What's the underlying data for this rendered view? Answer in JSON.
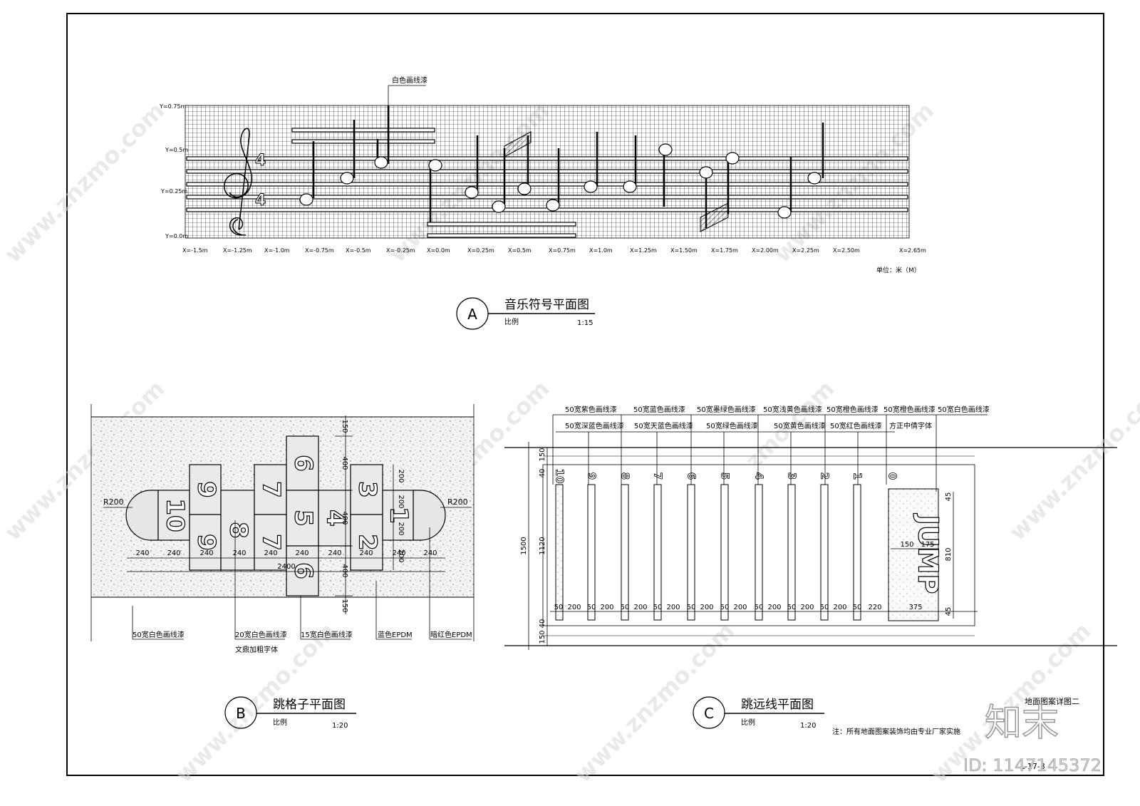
{
  "sheet": {
    "page_label": "地面图案详图二",
    "note": "注：所有地面图案装饰均由专业厂家实施",
    "page_number": "L-17-3",
    "watermark": "www.znzmo.com",
    "brand_logo": "知末",
    "image_id": "ID: 1147145372"
  },
  "plan_a": {
    "circle_label": "A",
    "title": "音乐符号平面图",
    "scale_label": "比例",
    "scale": "1:15",
    "callout_paint": "白色画线漆",
    "unit_label": "单位：米（M）",
    "y_ticks": [
      "Y=0.75m",
      "Y=0.5m",
      "Y=0.25m",
      "Y=0.0m"
    ],
    "x_ticks": [
      "X=-1.5m",
      "X=-1.25m",
      "X=-1.0m",
      "X=-0.75m",
      "X=-0.5m",
      "X=-0.25m",
      "X=0.0m",
      "X=0.25m",
      "X=0.5m",
      "X=0.75m",
      "X=1.0m",
      "X=1.25m",
      "X=1.50m",
      "X=1.75m",
      "X=2.00m",
      "X=2.25m",
      "X=2.50m",
      "X=2.65m"
    ]
  },
  "plan_b": {
    "circle_label": "B",
    "title": "跳格子平面图",
    "scale_label": "比例",
    "scale": "1:20",
    "radius_left": "R200",
    "radius_right": "R200",
    "cell_numbers": [
      "10",
      "9",
      "9",
      "8",
      "7",
      "7",
      "6",
      "5",
      "6",
      "4",
      "3",
      "2",
      "1"
    ],
    "bottom_dims": [
      "240",
      "240",
      "240",
      "240",
      "240",
      "240",
      "240",
      "240",
      "240",
      "240"
    ],
    "total_dim": "2400",
    "right_dims": [
      "150",
      "400",
      "400",
      "400",
      "150"
    ],
    "small_dims": [
      "200",
      "200",
      "200",
      "200"
    ],
    "callouts": [
      "50宽白色画线漆",
      "20宽白色画线漆",
      "文鼎加粗字体",
      "15宽白色画线漆",
      "蓝色EPDM",
      "暗红色EPDM"
    ]
  },
  "plan_c": {
    "circle_label": "C",
    "title": "跳远线平面图",
    "scale_label": "比例",
    "scale": "1:20",
    "top_callouts": [
      "50宽紫色画线漆",
      "50宽蓝色画线漆",
      "50宽墨绿色画线漆",
      "50宽浅黄色画线漆",
      "50宽橙色画线漆",
      "50宽橙色画线漆",
      "50宽白色画线漆"
    ],
    "second_callouts": [
      "50宽深蓝色画线漆",
      "50宽天蓝色画线漆",
      "50宽绿色画线漆",
      "50宽黄色画线漆",
      "50宽红色画线漆",
      "方正中倩字体"
    ],
    "line_numbers": [
      "10",
      "9",
      "8",
      "7",
      "6",
      "5",
      "4",
      "3",
      "2",
      "1",
      "0"
    ],
    "jump_word": "JUMP",
    "left_dims": [
      "150",
      "40",
      "1500",
      "1120",
      "40",
      "150"
    ],
    "bottom_dims": [
      "50",
      "200",
      "50",
      "200",
      "50",
      "200",
      "50",
      "200",
      "50",
      "200",
      "50",
      "200",
      "50",
      "200",
      "50",
      "200",
      "50",
      "200",
      "50",
      "220",
      "375"
    ],
    "box_dims": [
      "150",
      "175",
      "45",
      "810",
      "45"
    ]
  }
}
